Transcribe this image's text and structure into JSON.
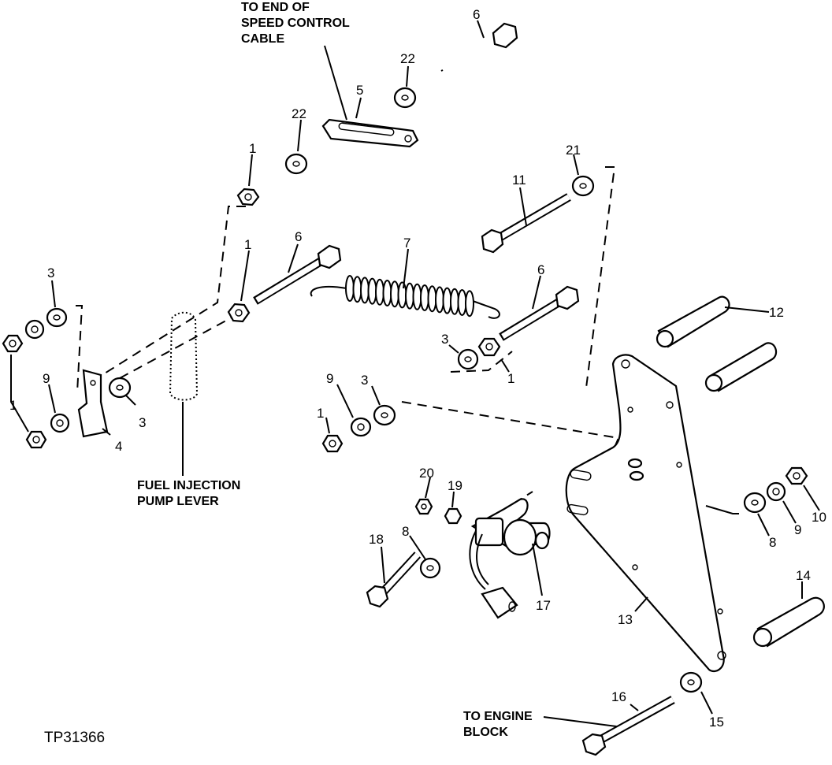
{
  "figure_id": "TP31366",
  "callouts": {
    "speed_control_cable": [
      "TO END OF",
      "SPEED CONTROL",
      "CABLE"
    ],
    "fuel_injection_pump_lever": [
      "FUEL INJECTION",
      "PUMP LEVER"
    ],
    "engine_block": [
      "TO ENGINE",
      "BLOCK"
    ]
  },
  "part_numbers": {
    "n1a": "1",
    "n1b": "1",
    "n1c": "1",
    "n1d": "1",
    "n1e": "1",
    "n3a": "3",
    "n3b": "3",
    "n3c": "3",
    "n3d": "3",
    "n4": "4",
    "n5": "5",
    "n6a": "6",
    "n6b": "6",
    "n6c": "6",
    "n7": "7",
    "n8a": "8",
    "n8b": "8",
    "n9a": "9",
    "n9b": "9",
    "n9c": "9",
    "n10": "10",
    "n11": "11",
    "n12": "12",
    "n13": "13",
    "n14": "14",
    "n15": "15",
    "n16": "16",
    "n17": "17",
    "n18": "18",
    "n19": "19",
    "n20": "20",
    "n21": "21",
    "n22a": "22",
    "n22b": "22"
  }
}
